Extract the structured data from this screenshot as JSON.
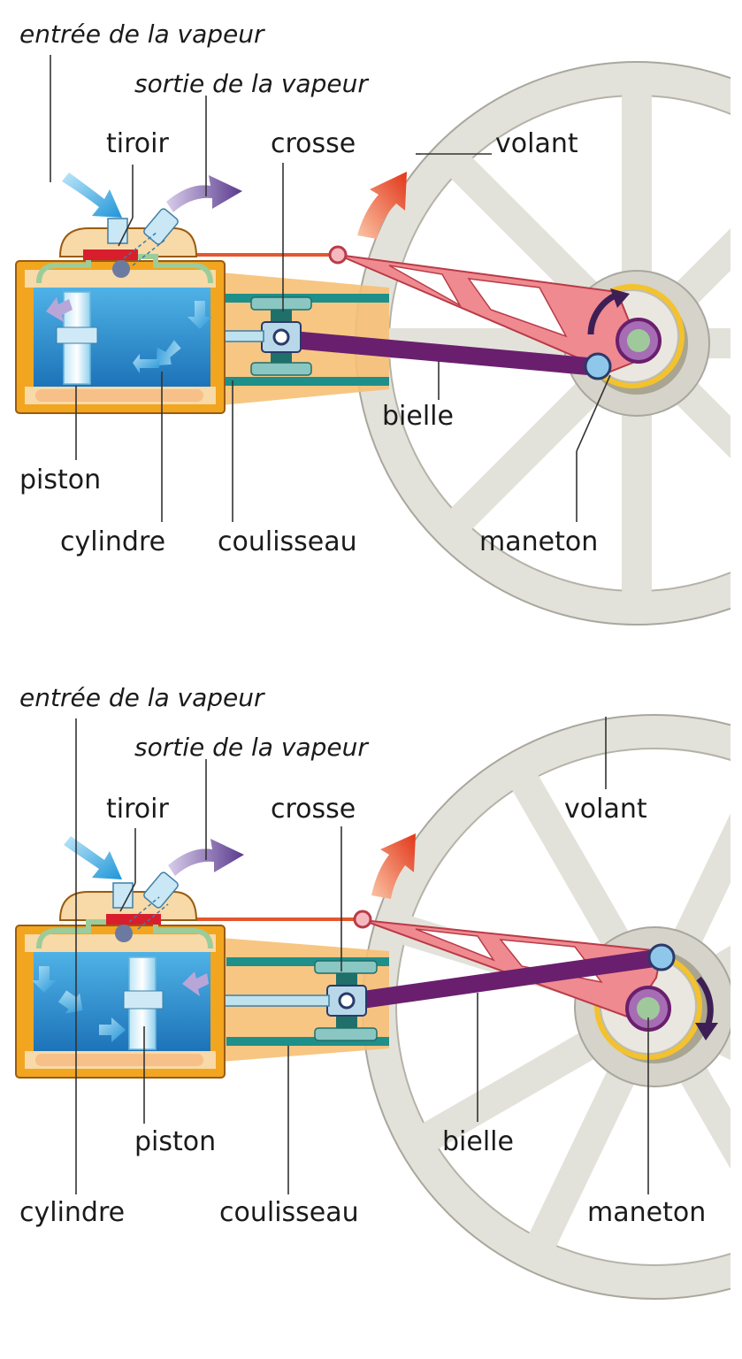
{
  "colors": {
    "cylinder_orange": "#f2a51f",
    "cylinder_blue": "#2b8fcf",
    "steam_chest": "#f8d9a8",
    "slide_valve": "#d81e2d",
    "connecting_rod": "#6a1f6e",
    "lever_pink": "#e8707a",
    "flywheel_grey": "#e3e2da",
    "guide_teal": "#1f8f8a",
    "arrow_red": "#e8461e",
    "arrow_purple": "#6a4a9a",
    "arrow_blue": "#2ea3df"
  },
  "diagram_top": {
    "labels": {
      "steam_in": "entrée de la vapeur",
      "steam_out": "sortie de la vapeur",
      "slide_valve": "tiroir",
      "crosshead": "crosse",
      "flywheel": "volant",
      "connecting_rod": "bielle",
      "piston": "piston",
      "cylinder": "cylindre",
      "slide": "coulisseau",
      "crank_pin": "maneton"
    }
  },
  "diagram_bottom": {
    "labels": {
      "steam_in": "entrée de la vapeur",
      "steam_out": "sortie de la vapeur",
      "slide_valve": "tiroir",
      "crosshead": "crosse",
      "flywheel": "volant",
      "connecting_rod": "bielle",
      "piston": "piston",
      "cylinder": "cylindre",
      "slide": "coulisseau",
      "crank_pin": "maneton"
    }
  }
}
